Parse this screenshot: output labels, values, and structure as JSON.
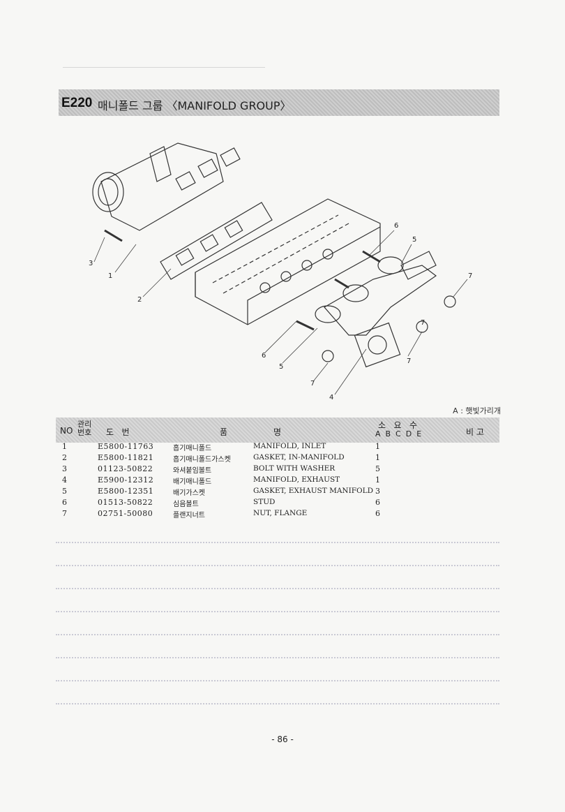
{
  "header": {
    "code": "E220",
    "title": "매니폴드 그룹 〈MANIFOLD GROUP〉"
  },
  "legend_note": "A : 햇빛가리개",
  "diagram": {
    "callouts": [
      "1",
      "2",
      "3",
      "4",
      "5",
      "5",
      "6",
      "6",
      "7",
      "7",
      "7",
      "7"
    ]
  },
  "table": {
    "headers": {
      "no": "NO",
      "mgmt_top": "관리",
      "mgmt_bottom": "번호",
      "drawing": "도   번",
      "item": "품",
      "name": "명",
      "qty_top": "소   요   수",
      "qty_bottom": "A  B  C  D  E",
      "remarks": "비 고"
    },
    "rows": [
      {
        "no": "1",
        "part": "E5800-11763",
        "kname": "흡기매니폴드",
        "ename": "MANIFOLD, INLET",
        "qty": "1"
      },
      {
        "no": "2",
        "part": "E5800-11821",
        "kname": "흡기매니폴드가스켓",
        "ename": "GASKET, IN-MANIFOLD",
        "qty": "1"
      },
      {
        "no": "3",
        "part": "01123-50822",
        "kname": "와셔붙임볼트",
        "ename": "BOLT WITH WASHER",
        "qty": "5"
      },
      {
        "no": "4",
        "part": "E5900-12312",
        "kname": "배기매니폴드",
        "ename": "MANIFOLD, EXHAUST",
        "qty": "1"
      },
      {
        "no": "5",
        "part": "E5800-12351",
        "kname": "배기가스켓",
        "ename": "GASKET, EXHAUST MANIFOLD",
        "qty": "3"
      },
      {
        "no": "6",
        "part": "01513-50822",
        "kname": "심음볼트",
        "ename": "STUD",
        "qty": "6"
      },
      {
        "no": "7",
        "part": "02751-50080",
        "kname": "플랜지너트",
        "ename": "NUT, FLANGE",
        "qty": "6"
      }
    ]
  },
  "page_number": "- 86 -"
}
